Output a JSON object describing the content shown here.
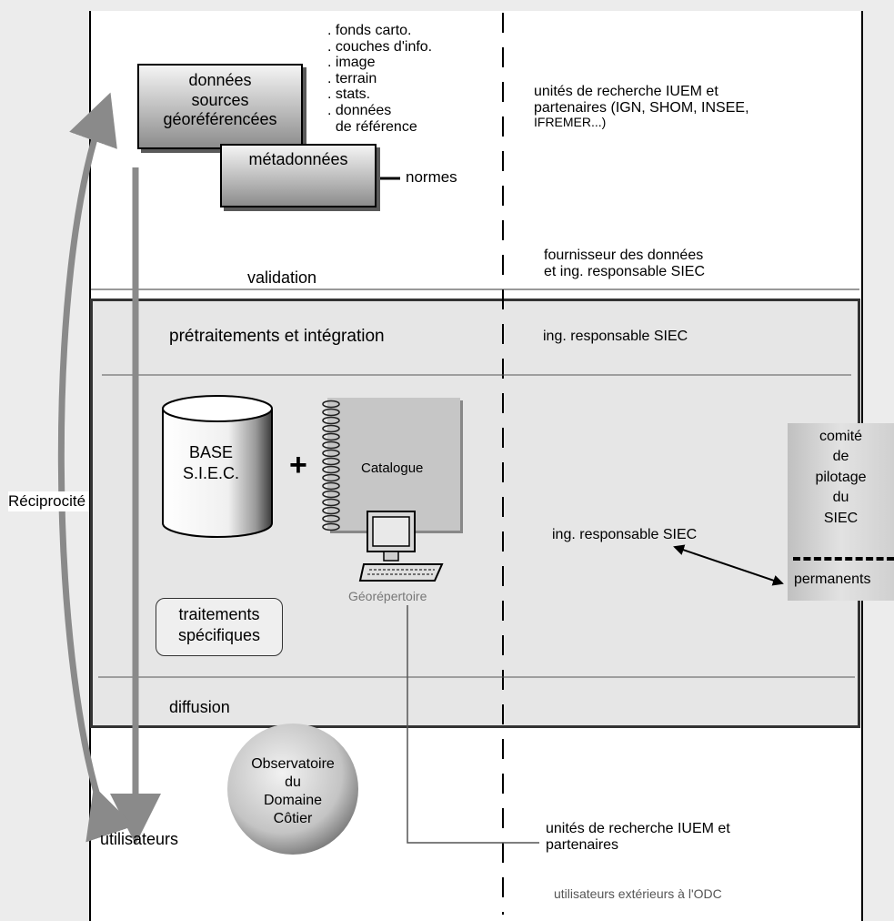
{
  "top": {
    "source_box": [
      "données",
      "sources",
      "géoréférencées"
    ],
    "meta_box": "métadonnées",
    "normes": "normes",
    "source_list": [
      ". fonds carto.",
      ". couches d'info.",
      ". image",
      ". terrain",
      ". stats.",
      ". données",
      "  de référence"
    ],
    "right_text": [
      "unités de recherche IUEM et",
      "partenaires (IGN, SHOM, INSEE,",
      "IFREMER...)"
    ]
  },
  "validation": {
    "label": "validation",
    "right": [
      "fournisseur des données",
      "et ing. responsable SIEC"
    ]
  },
  "panel": {
    "pretraitements": "prétraitements et intégration",
    "pretraitements_right": "ing. responsable SIEC",
    "base": [
      "BASE",
      "S.I.E.C."
    ],
    "plus": "+",
    "catalogue": "Catalogue",
    "georepertoire": "Géorépertoire",
    "traitements": [
      "traitements",
      "spécifiques"
    ],
    "ing_right": "ing. responsable SIEC",
    "diffusion": "diffusion"
  },
  "comite": {
    "lines": [
      "comité",
      "de",
      "pilotage",
      "du",
      "SIEC"
    ],
    "permanents": "permanents"
  },
  "left": {
    "reciprocite": "Réciprocité"
  },
  "bottom": {
    "utilisateurs": "utilisateurs",
    "observatoire": [
      "Observatoire",
      "du",
      "Domaine",
      "Côtier"
    ],
    "right_text": [
      "unités de recherche IUEM et",
      "partenaires"
    ],
    "exterieurs": "utilisateurs extérieurs à l'ODC"
  },
  "colors": {
    "page_bg": "#ececec",
    "panel_bg": "#e6e6e6",
    "arrow_gray": "#8a8a8a",
    "dark_border": "#333333",
    "georepertoire_text": "#777777"
  }
}
